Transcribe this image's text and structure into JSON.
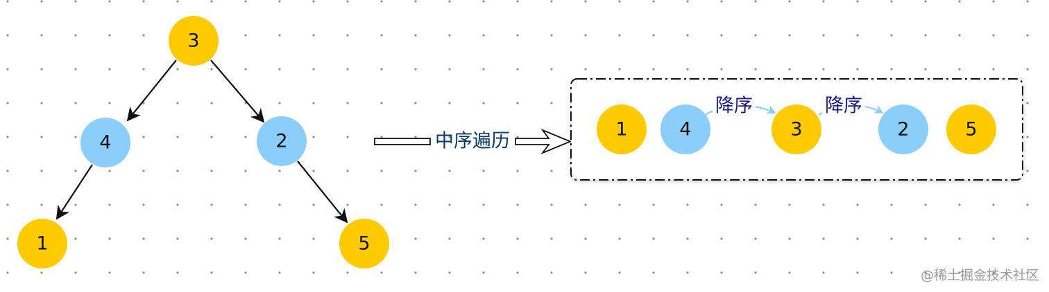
{
  "tree": {
    "nodes": [
      {
        "id": "n3",
        "label": "3",
        "color": "#FFCA00"
      },
      {
        "id": "n4",
        "label": "4",
        "color": "#8BCDFB"
      },
      {
        "id": "n2",
        "label": "2",
        "color": "#8BCDFB"
      },
      {
        "id": "n1",
        "label": "1",
        "color": "#FFCA00"
      },
      {
        "id": "n5",
        "label": "5",
        "color": "#FFCA00"
      }
    ],
    "edges": [
      {
        "from": "n3",
        "to": "n4"
      },
      {
        "from": "n3",
        "to": "n2"
      },
      {
        "from": "n4",
        "to": "n1"
      },
      {
        "from": "n2",
        "to": "n5"
      }
    ]
  },
  "transform": {
    "label": "中序遍历"
  },
  "sequence": {
    "nodes": [
      {
        "label": "1",
        "color": "#FFCA00"
      },
      {
        "label": "4",
        "color": "#8BCDFB"
      },
      {
        "label": "3",
        "color": "#FFCA00"
      },
      {
        "label": "2",
        "color": "#8BCDFB"
      },
      {
        "label": "5",
        "color": "#FFCA00"
      }
    ],
    "steps": [
      {
        "label": "降序"
      },
      {
        "label": "降序"
      }
    ]
  },
  "watermark": "@稀土掘金技术社区",
  "colors": {
    "yellow": "#FFCA00",
    "blue": "#8BCDFB",
    "arrow": "#111111",
    "step_arrow": "#8BCDFB",
    "step_text": "#1c1a8c",
    "main_text": "#0d3a6a",
    "grid_dot": "#8f8f8f"
  }
}
